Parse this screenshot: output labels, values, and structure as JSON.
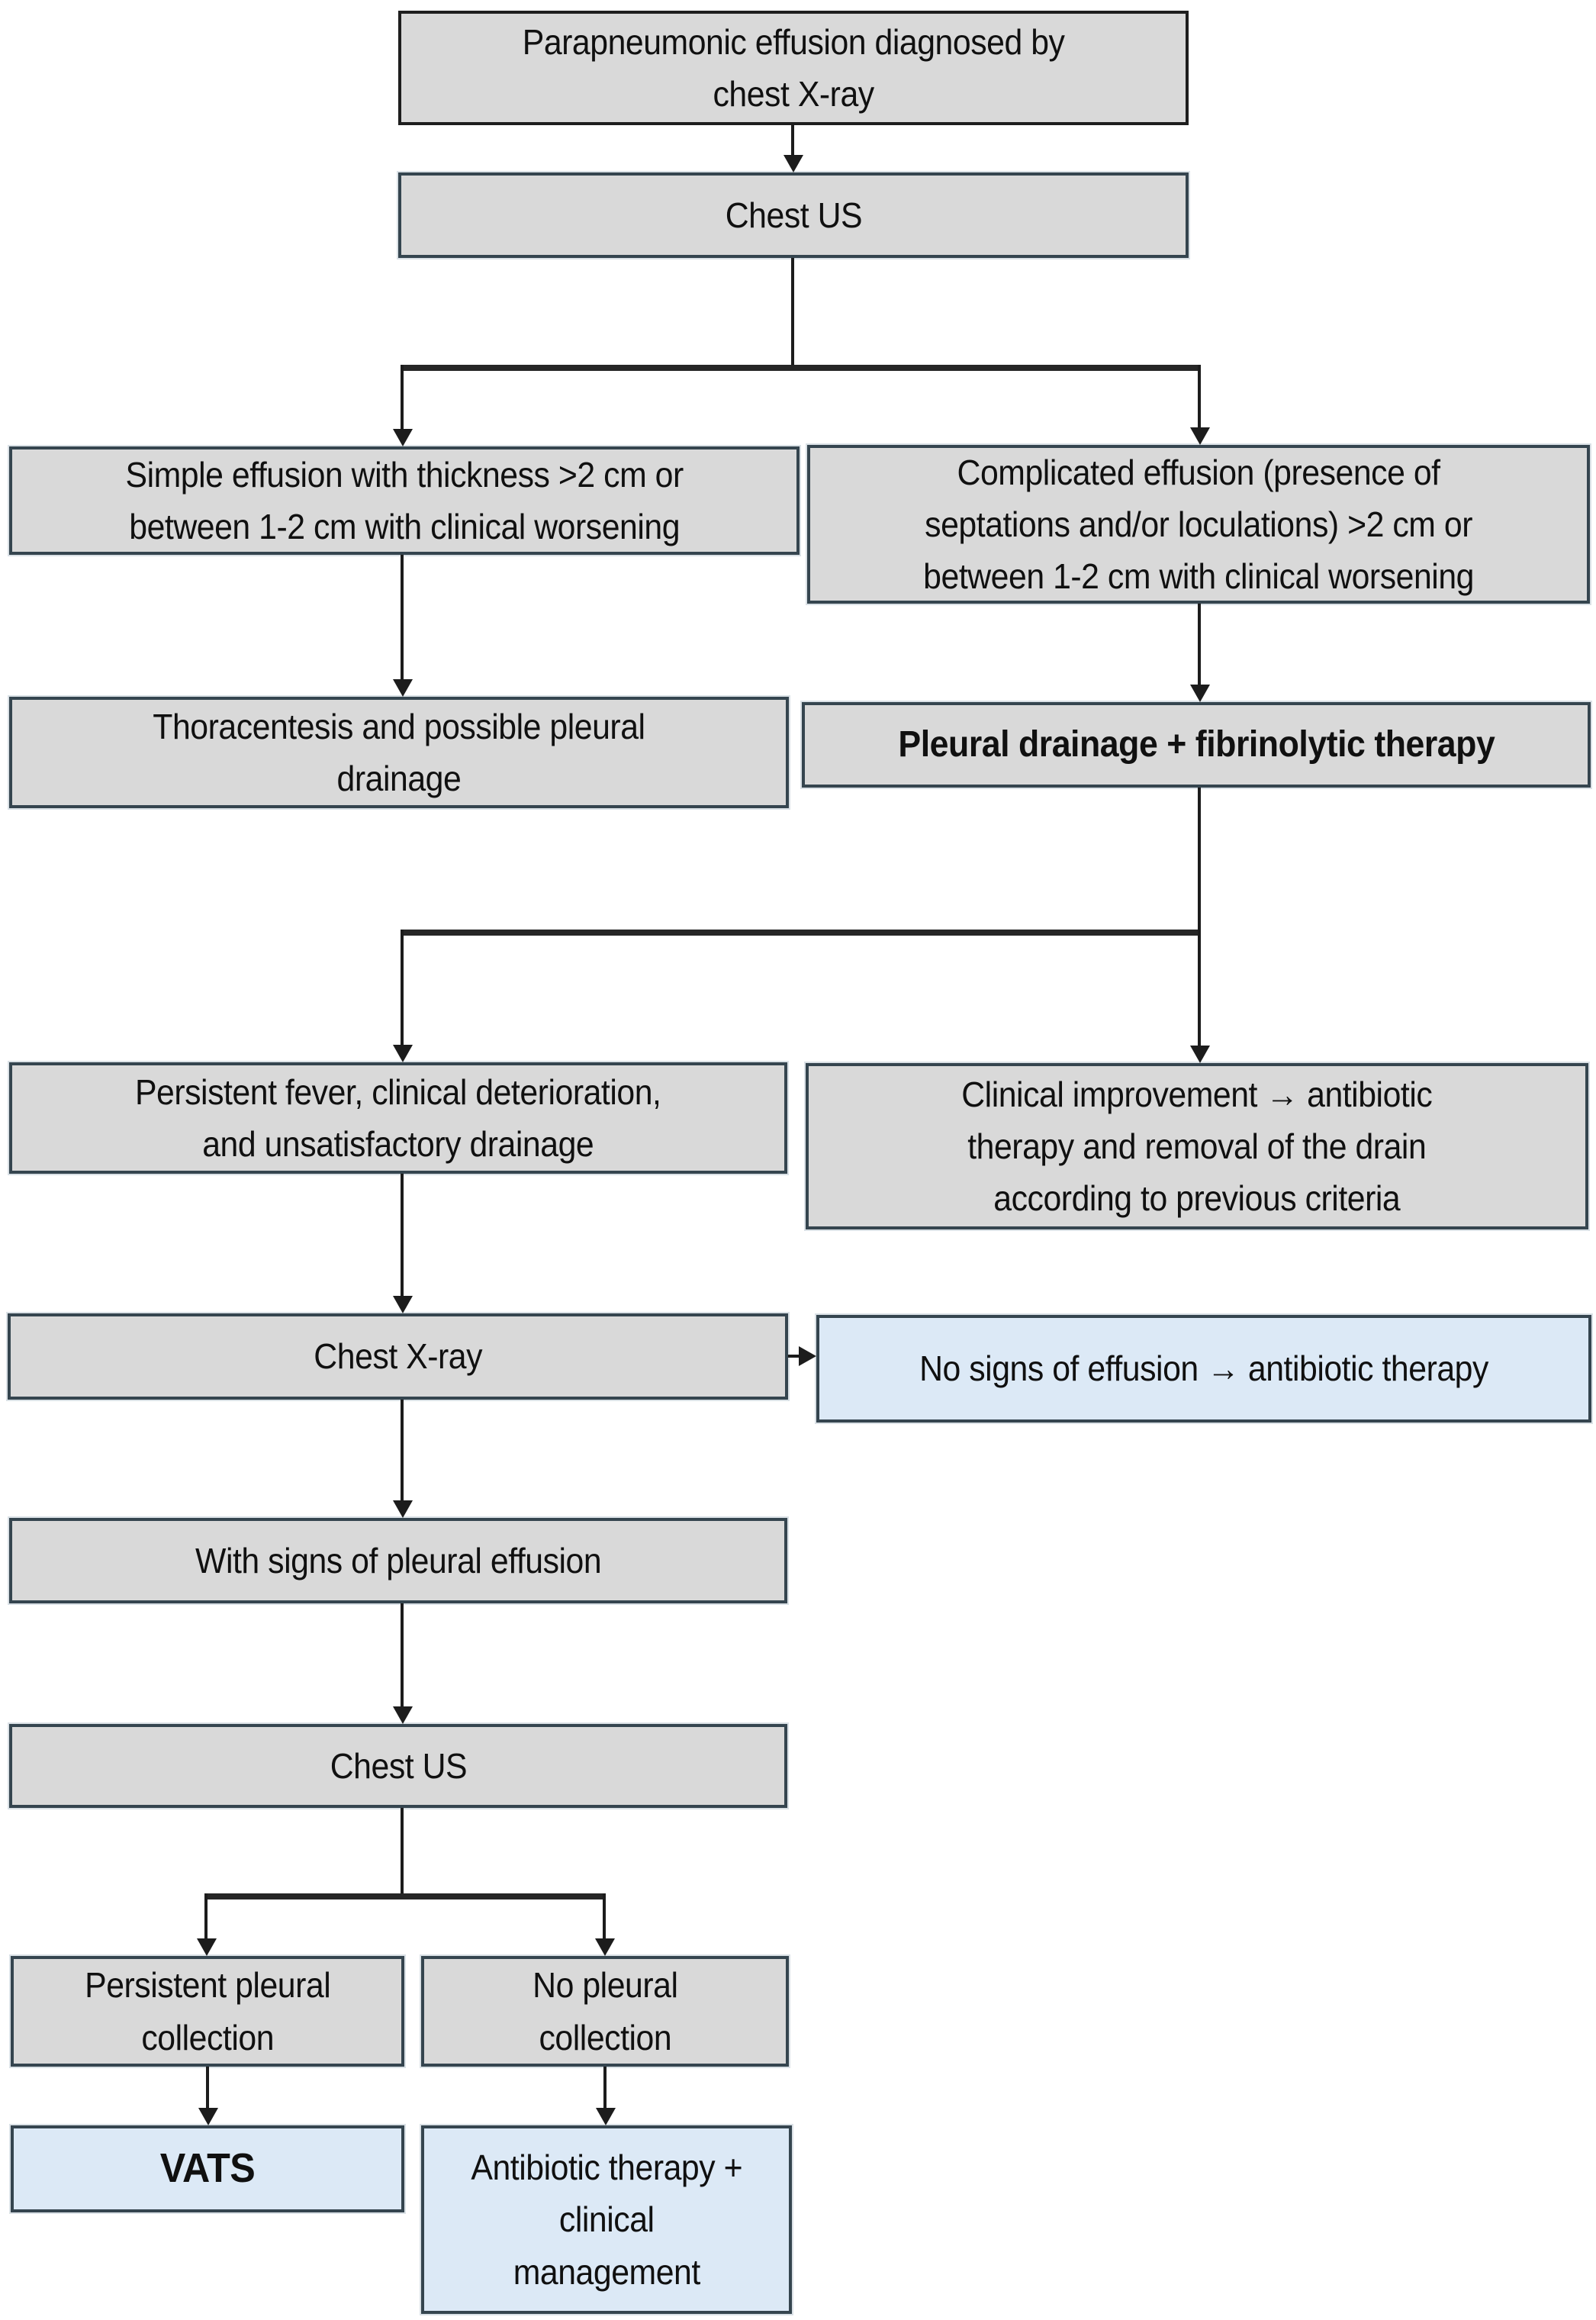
{
  "figure": {
    "background": "#ffffff",
    "description_colors": {
      "gray_node_fill": "#d9d9d9",
      "blue_node_fill": "#dce9f6",
      "node_border": "#35454f",
      "top_node_border": "#1e1e1e",
      "arrow": "#1c1c1c"
    }
  },
  "nodes": {
    "parapneumonic": {
      "label": "Parapneumonic effusion diagnosed by\nchest X-ray"
    },
    "chest_us_1": {
      "label": "Chest US"
    },
    "simple_effusion": {
      "label": "Simple effusion with thickness >2 cm or\nbetween 1-2 cm with clinical worsening"
    },
    "complicated_effusion": {
      "label": "Complicated effusion (presence of\nseptations and/or loculations) >2 cm or\nbetween 1-2 cm with clinical worsening"
    },
    "thoracentesis": {
      "label": "Thoracentesis and possible pleural\ndrainage"
    },
    "pleural_drainage": {
      "label": "Pleural drainage + fibrinolytic therapy"
    },
    "persistent_fever": {
      "label": "Persistent fever, clinical deterioration,\nand unsatisfactory drainage"
    },
    "clinical_improvement": {
      "label": "Clinical improvement → antibiotic\ntherapy and removal of the drain\naccording to previous criteria"
    },
    "chest_xray": {
      "label": "Chest X-ray"
    },
    "no_signs": {
      "label": "No signs of effusion → antibiotic therapy"
    },
    "with_signs": {
      "label": "With signs of pleural effusion"
    },
    "chest_us_2": {
      "label": "Chest US"
    },
    "persistent_collection": {
      "label": "Persistent pleural\ncollection"
    },
    "no_collection": {
      "label": "No pleural\ncollection"
    },
    "vats": {
      "label": "VATS"
    },
    "antibiotic_mgmt": {
      "label": "Antibiotic therapy +\nclinical\nmanagement"
    }
  }
}
